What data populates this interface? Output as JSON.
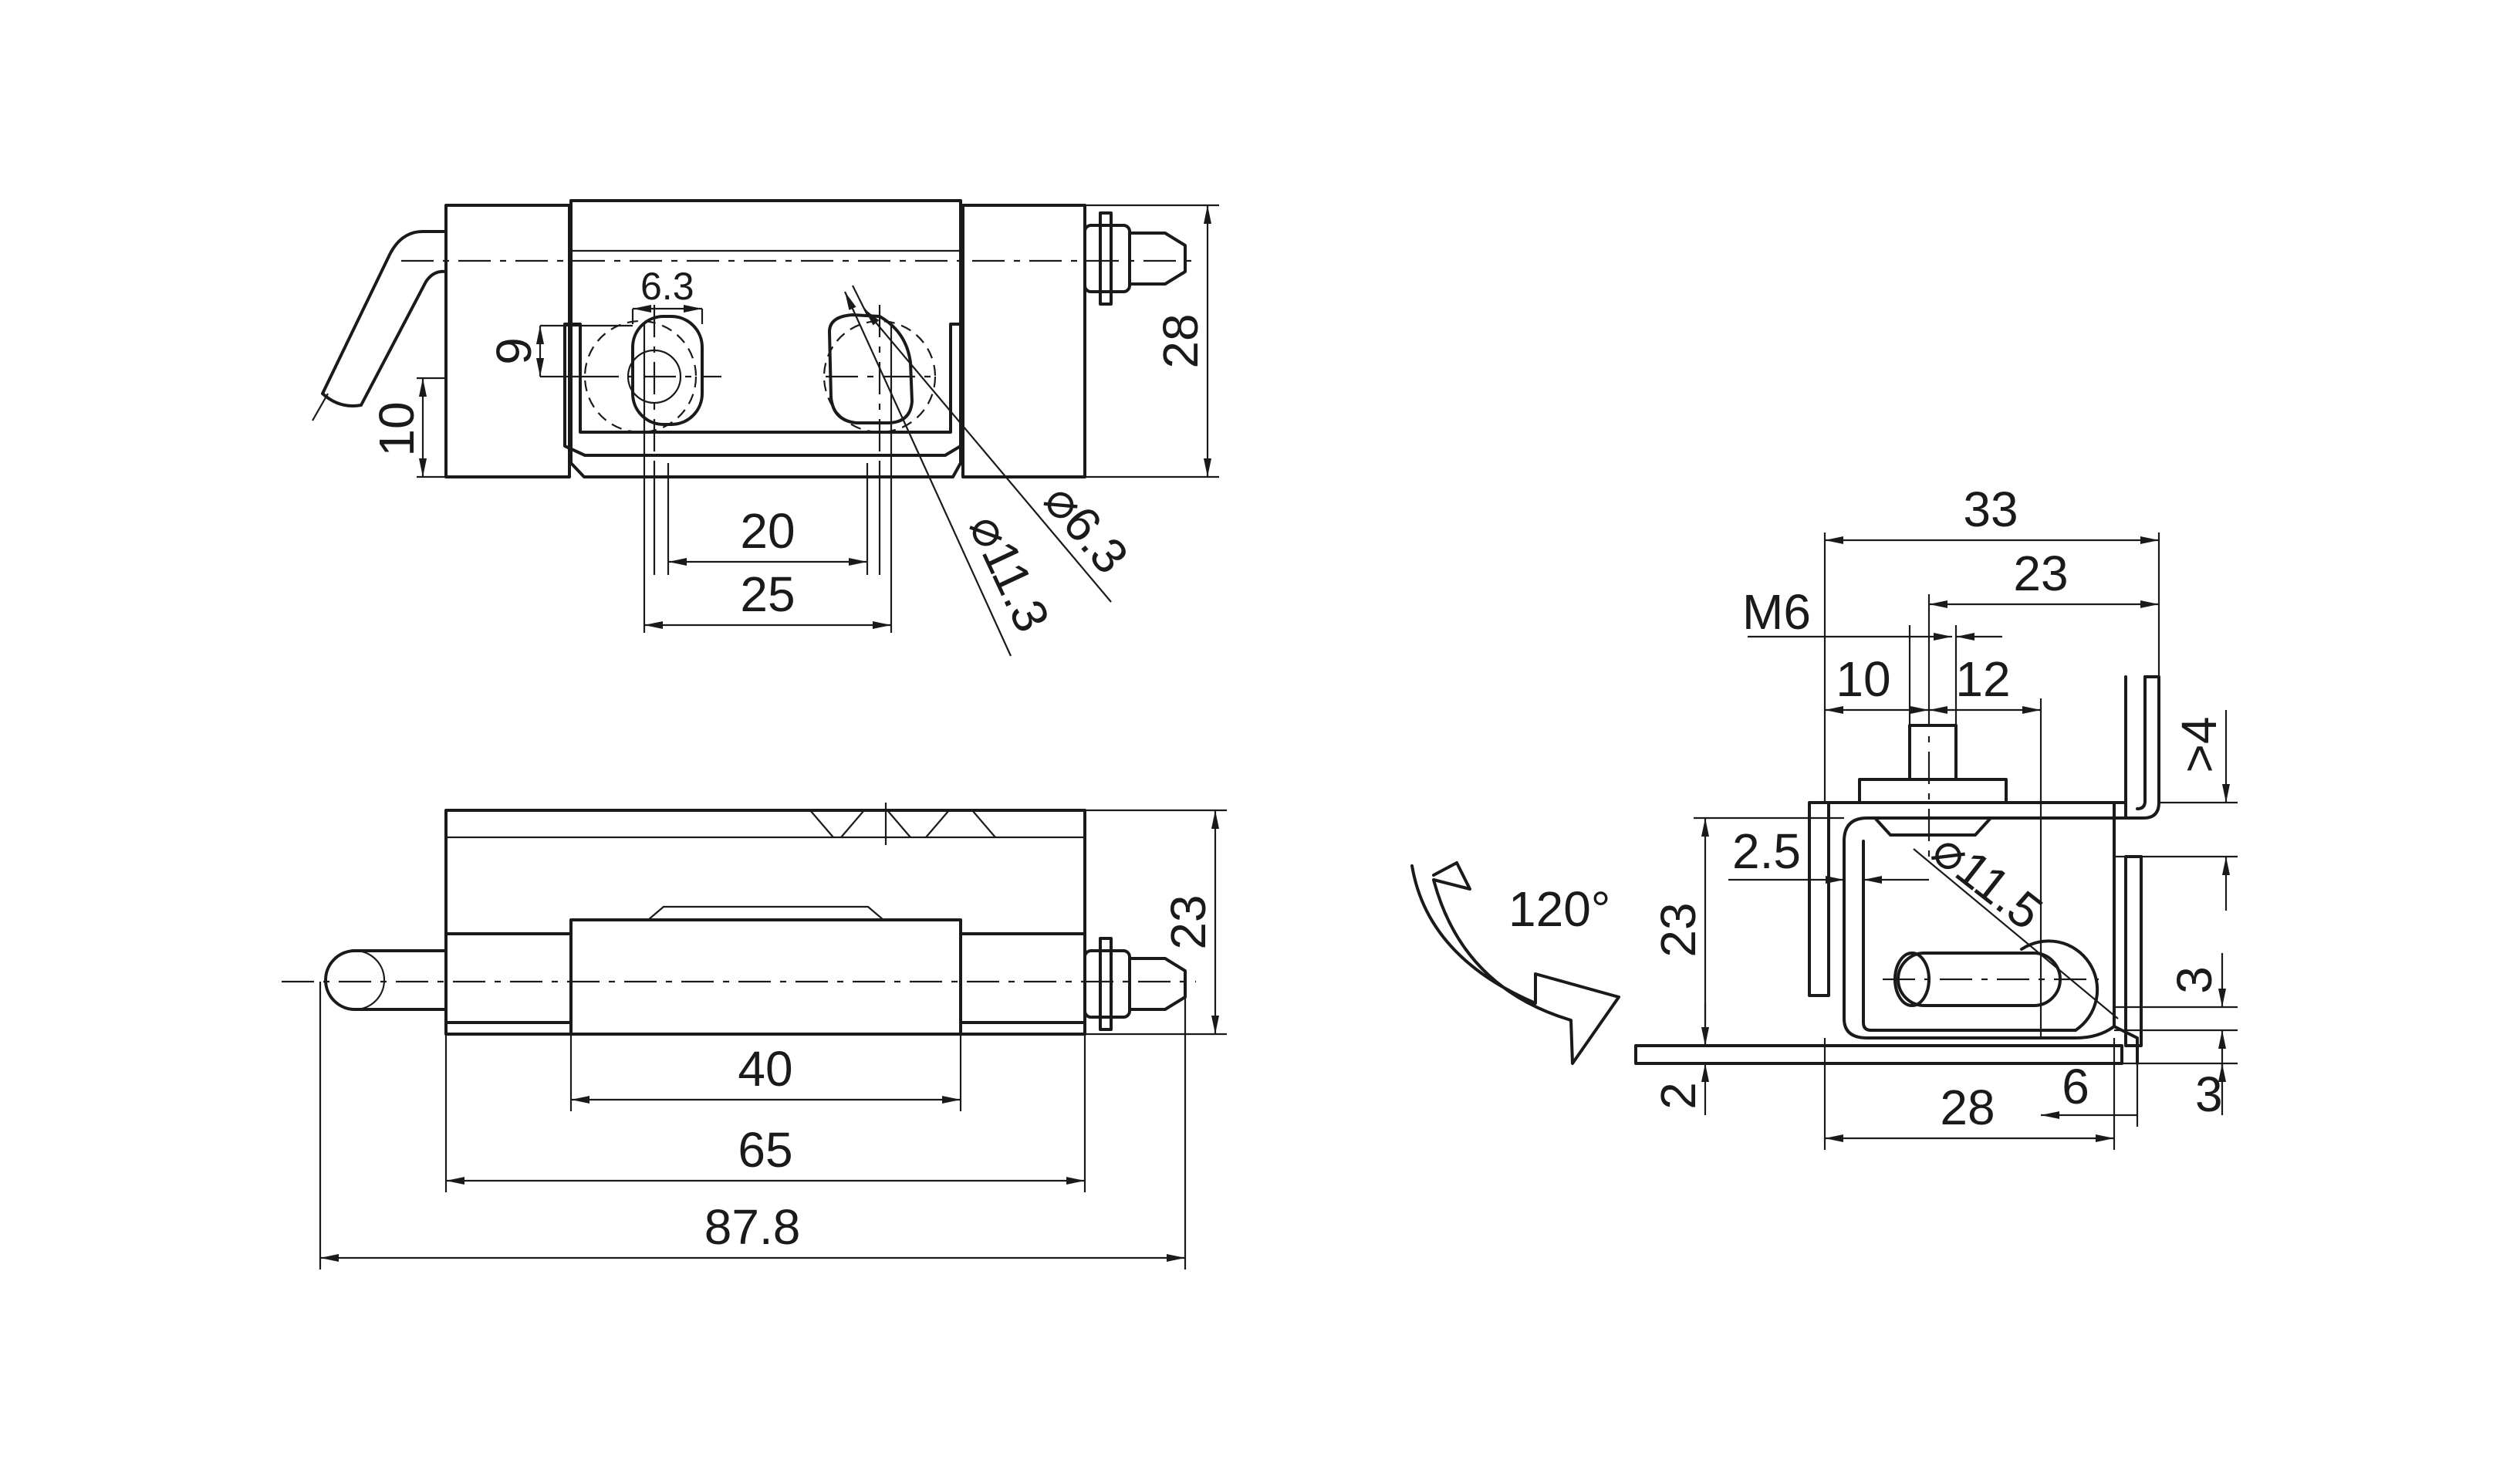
{
  "views": {
    "top": {
      "dimensions": {
        "slot_width": "6.3",
        "slot_offset": "9",
        "pin_height": "10",
        "overall_height": "28",
        "slot_pitch": "20",
        "slot_span": "25",
        "diameter_large": "⌀11.3",
        "diameter_small": "⌀6.3"
      }
    },
    "front": {
      "dimensions": {
        "height": "23",
        "barrel_length": "40",
        "body_length": "65",
        "overall_length": "87.8"
      }
    },
    "side": {
      "dimensions": {
        "overall_width": "33",
        "mount_offset": "23",
        "thread": "M6",
        "spacing_left": "10",
        "spacing_right": "12",
        "clearance": ">4",
        "edge_offset": "2.5",
        "eye_diameter": "⌀11.5",
        "height": "23",
        "thickness_upper": "3",
        "thickness_lower": "3",
        "base_thickness": "2",
        "base_width": "28",
        "lip": "6"
      },
      "rotation": {
        "angle": "120°"
      }
    }
  }
}
